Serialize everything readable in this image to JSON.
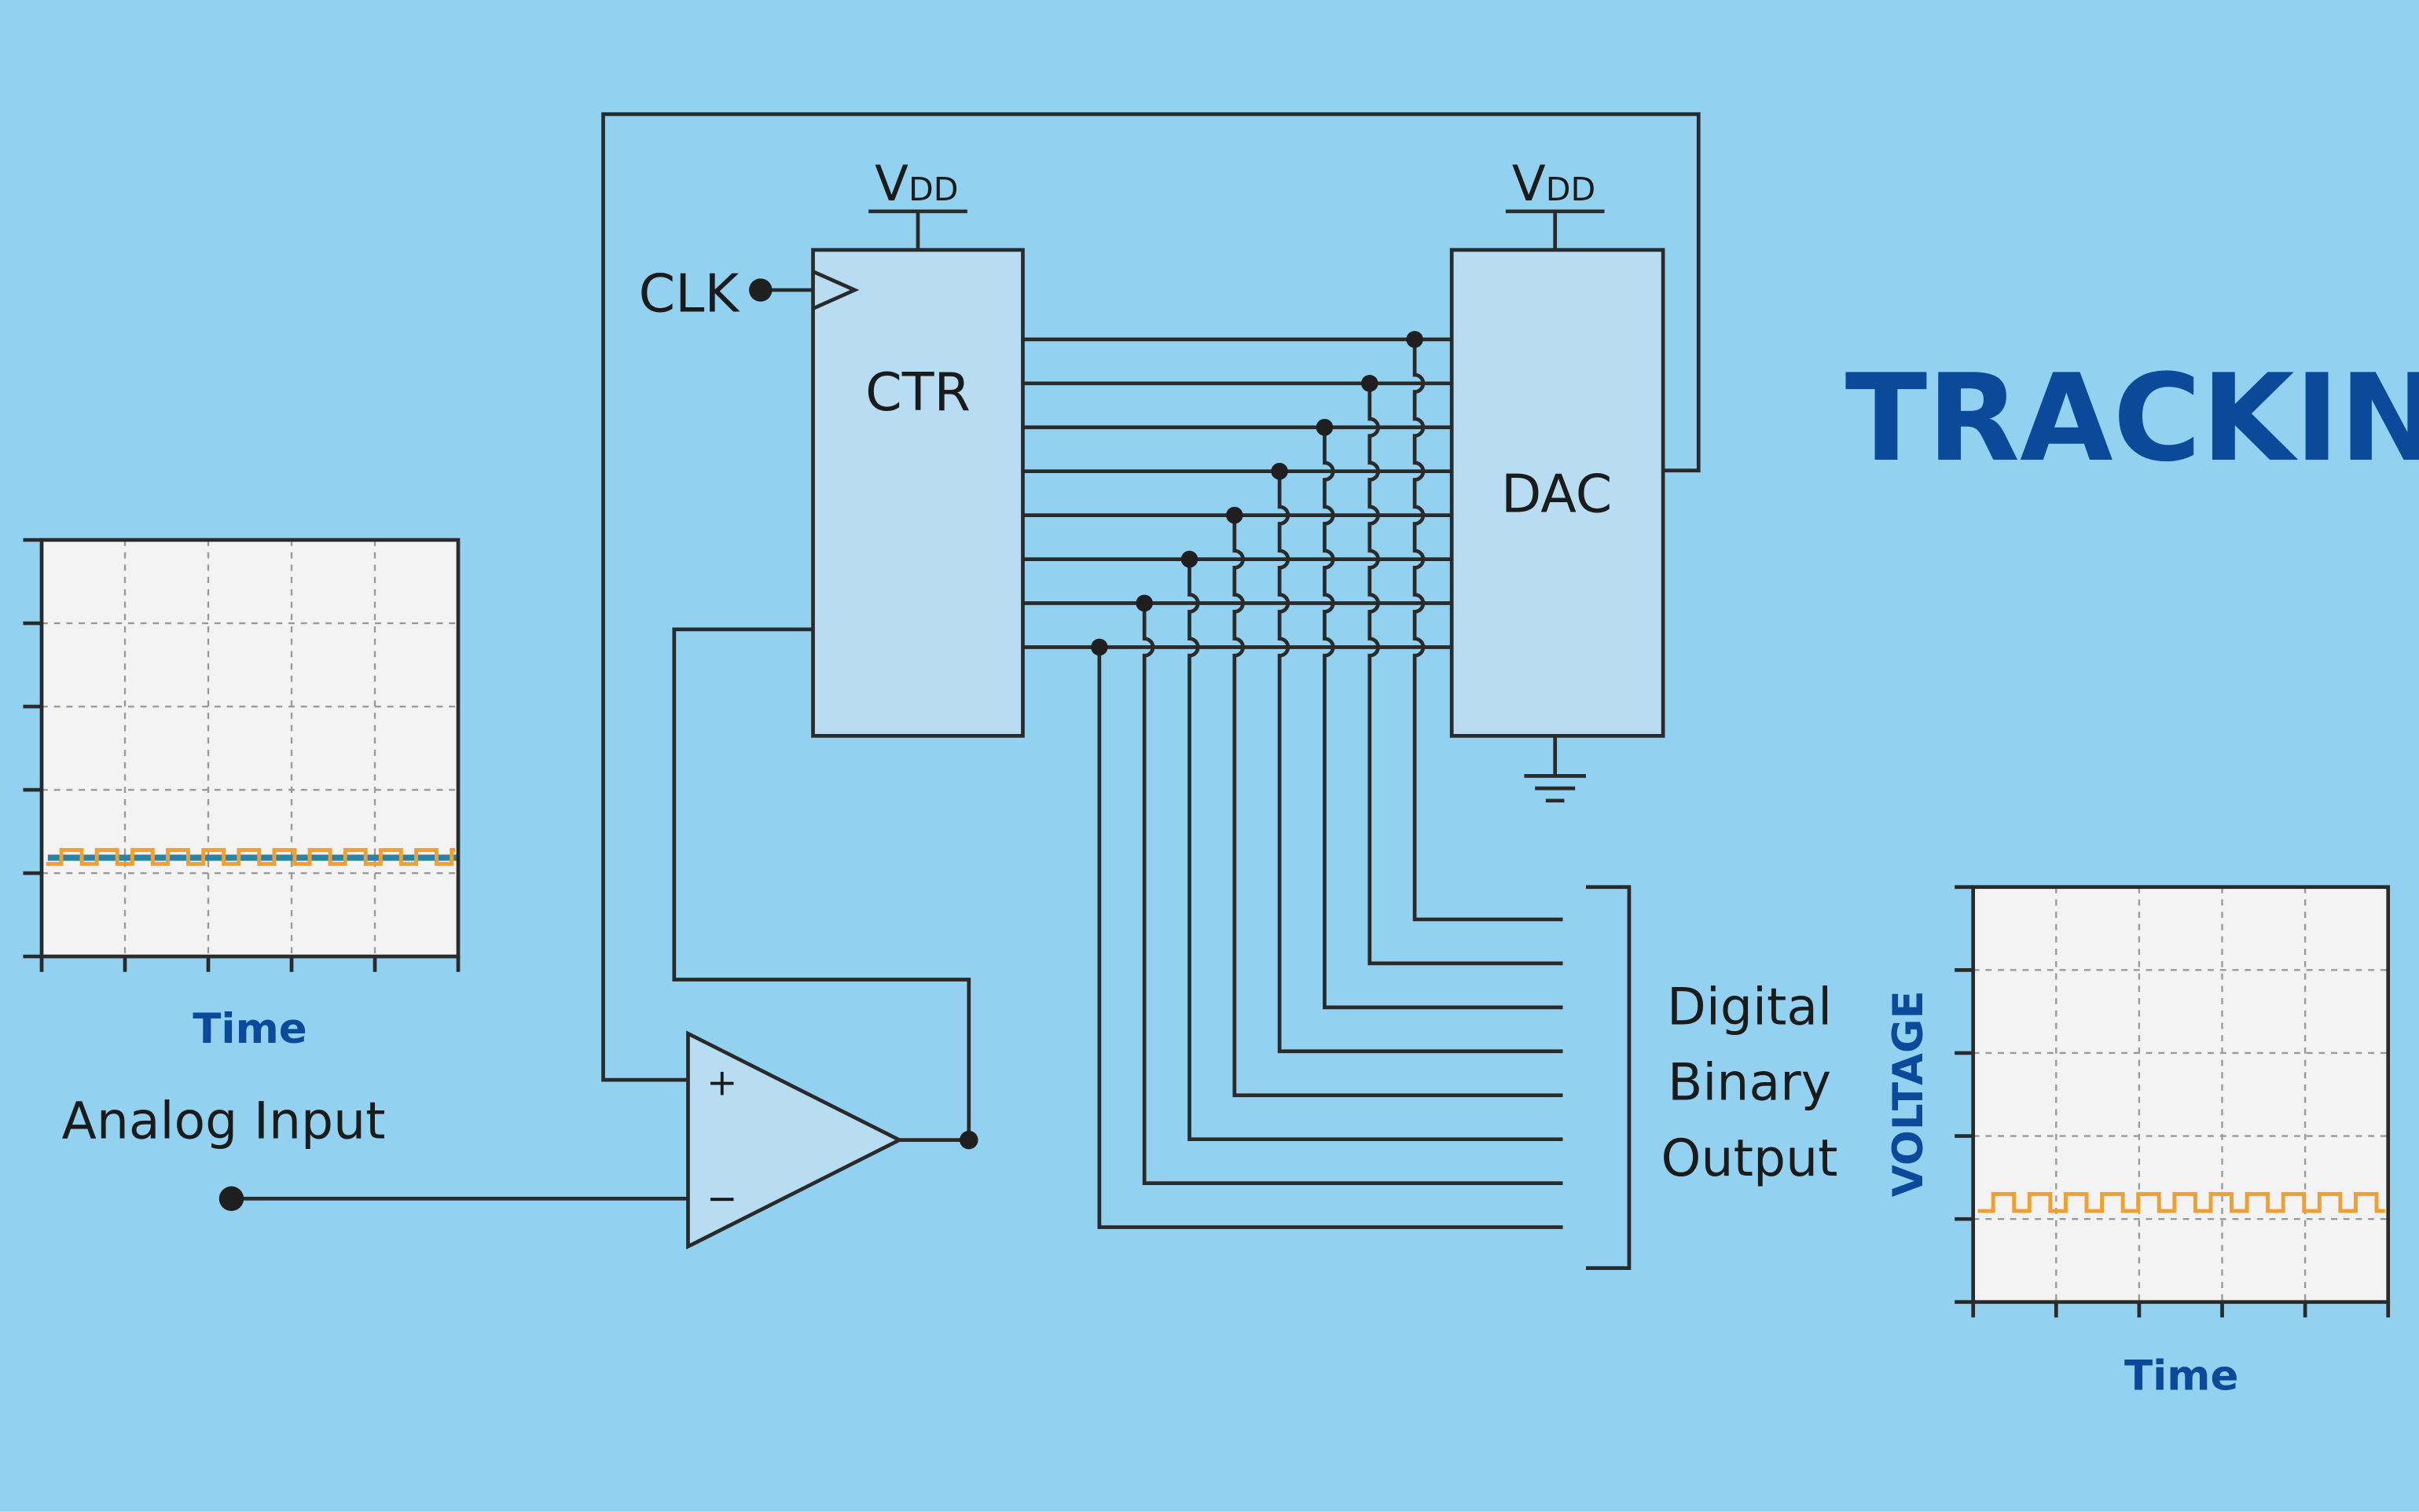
{
  "title": "TRACKIN",
  "colors": {
    "background": "#92d2f0",
    "block_fill": "#b8dcf1",
    "wire": "#2a2a2a",
    "accent_blue": "#0b4a9a",
    "plot_bg": "#f3f3f3",
    "grid": "#9a9a9a",
    "signal_orange": "#f0a030",
    "signal_teal": "#2a84a6"
  },
  "blocks": {
    "counter": {
      "label": "CTR"
    },
    "dac": {
      "label": "DAC"
    },
    "vdd_main": "V",
    "vdd_sub": "DD"
  },
  "inputs": {
    "clock": "CLK",
    "analog": "Analog Input"
  },
  "comparator": {
    "plus": "+",
    "minus": "−"
  },
  "output": {
    "line1": "Digital",
    "line2": "Binary",
    "line3": "Output"
  },
  "left_plot": {
    "xlabel": "Time"
  },
  "right_plot": {
    "xlabel": "Time",
    "ylabel": "VOLTAGE"
  }
}
